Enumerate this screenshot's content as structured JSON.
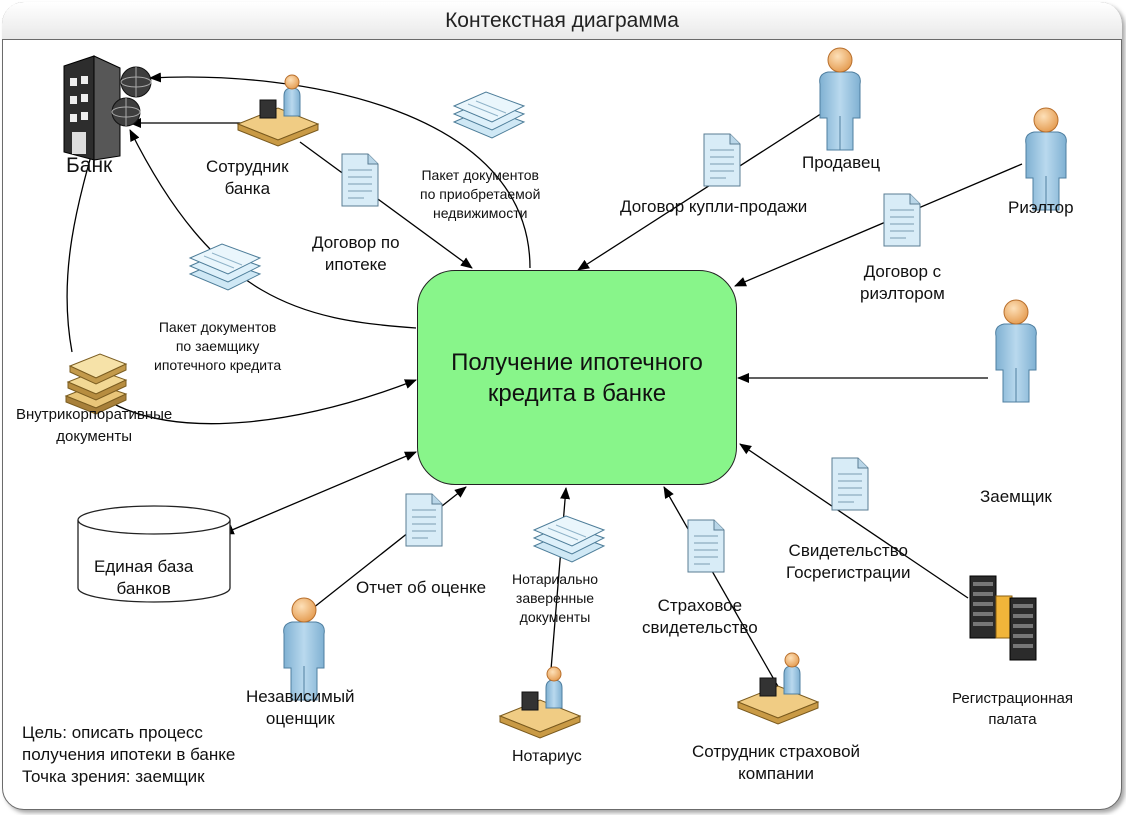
{
  "title": "Контекстная диаграмма",
  "process": {
    "line1": "Получение ипотечного",
    "line2": "кредита в банке"
  },
  "entities": {
    "bank": "Банк",
    "bank_employee": {
      "line1": "Сотрудник",
      "line2": "банка"
    },
    "seller": "Продавец",
    "realtor": "Риэлтор",
    "borrower": "Заемщик",
    "internal_docs": {
      "line1": "Внутрикорпоративные",
      "line2": "документы"
    },
    "bank_db": {
      "line1": "Единая база",
      "line2": "банков"
    },
    "appraiser": {
      "line1": "Независимый",
      "line2": "оценщик"
    },
    "notary": "Нотариус",
    "insurance_employee": {
      "line1": "Сотрудник страховой",
      "line2": "компании"
    },
    "registration_chamber": {
      "line1": "Регистрационная",
      "line2": "палата"
    }
  },
  "documents": {
    "mortgage_contract": {
      "line1": "Договор по",
      "line2": "ипотеке"
    },
    "property_package": {
      "line1": "Пакет документов",
      "line2": "по приобретаемой",
      "line3": "недвижимости"
    },
    "sale_contract": "Договор купли-продажи",
    "realtor_contract": {
      "line1": "Договор с",
      "line2": "риэлтором"
    },
    "borrower_package": {
      "line1": "Пакет документов",
      "line2": "по заемщику",
      "line3": "ипотечного кредита"
    },
    "appraisal_report": "Отчет об оценке",
    "notarized_docs": {
      "line1": "Нотариально",
      "line2": "заверенные",
      "line3": "документы"
    },
    "insurance_certificate": {
      "line1": "Страховое",
      "line2": "свидетельство"
    },
    "registration_certificate": {
      "line1": "Свидетельство",
      "line2": "Госрегистрации"
    }
  },
  "goal": {
    "line1": "Цель: описать процесс",
    "line2": "получения ипотеки в банке",
    "line3": "Точка зрения: заемщик"
  },
  "colors": {
    "process_fill": "#88f58a",
    "person_fill": "#9ec6e0",
    "head_fill": "#f2b06c",
    "doc_fill": "#d8ecf7",
    "server_fill": "#2b2b2b"
  },
  "icons": [
    "bank-building-icon",
    "person-icon",
    "desk-worker-icon",
    "document-icon",
    "document-stack-icon",
    "book-stack-icon",
    "database-icon",
    "server-icon"
  ]
}
